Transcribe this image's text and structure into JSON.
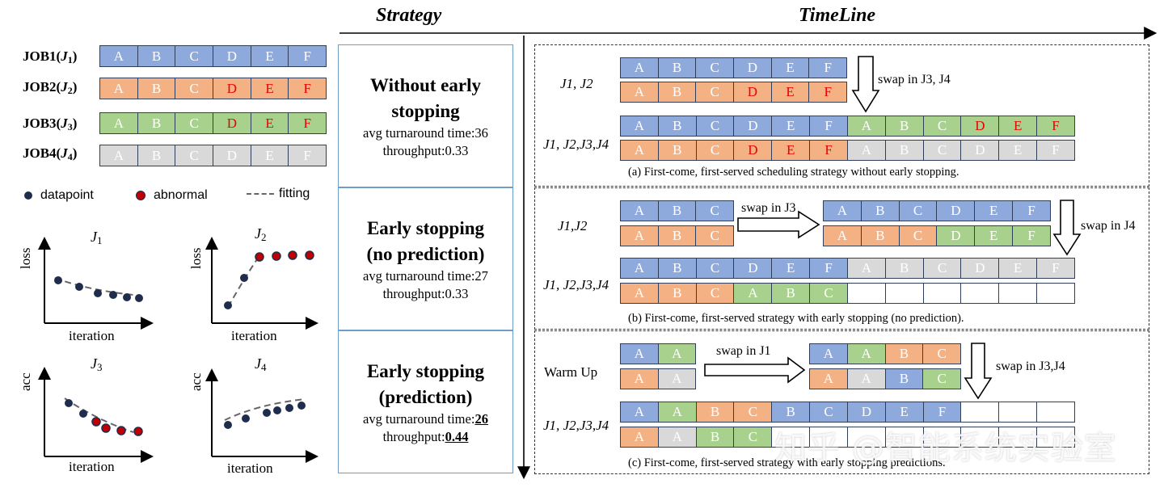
{
  "headers": {
    "strategy": "Strategy",
    "timeline": "TimeLine"
  },
  "jobs": [
    {
      "label": "JOB1(",
      "sub": "1",
      "tail": ")"
    },
    {
      "label": "JOB2(",
      "sub": "2",
      "tail": ")"
    },
    {
      "label": "JOB3(",
      "sub": "3",
      "tail": ")"
    },
    {
      "label": "JOB4(",
      "sub": "4",
      "tail": ")"
    }
  ],
  "cell_letters": [
    "A",
    "B",
    "C",
    "D",
    "E",
    "F"
  ],
  "legend": {
    "datapoint": "datapoint",
    "abnormal": "abnormal",
    "fitting": "fitting"
  },
  "colors": {
    "blue": "#8ea9db",
    "orange": "#f4b183",
    "green": "#a9d18e",
    "gray": "#d9d9d9",
    "red": "#e00000",
    "point": "#1f2d4d",
    "abnormal": "#c00000",
    "box_border": "#6e9ec7"
  },
  "plots": [
    {
      "title": "J",
      "sub": "1",
      "ylabel": "loss",
      "xlabel": "iteration"
    },
    {
      "title": "J",
      "sub": "2",
      "ylabel": "loss",
      "xlabel": "iteration"
    },
    {
      "title": "J",
      "sub": "3",
      "ylabel": "acc",
      "xlabel": "iteration"
    },
    {
      "title": "J",
      "sub": "4",
      "ylabel": "acc",
      "xlabel": "iteration"
    }
  ],
  "strategies": [
    {
      "title1": "Without early",
      "title2": "stopping",
      "line1": "avg turnaround time:36",
      "line2": "throughput:0.33"
    },
    {
      "title1": "Early stopping",
      "title2": "(no prediction)",
      "line1": "avg turnaround time:27",
      "line2": "throughput:0.33"
    },
    {
      "title1": "Early stopping",
      "title2": "(prediction)",
      "line1_prefix": "avg turnaround time:",
      "line1_value": "26",
      "line2_prefix": "throughput:",
      "line2_value": "0.44"
    }
  ],
  "panel_a": {
    "row1": "J1, J2",
    "row2": "J1, J2,J3,J4",
    "swap": "swap in J3, J4",
    "caption": "(a) First-come, first-served scheduling strategy without early stopping."
  },
  "panel_b": {
    "row1": "J1,J2",
    "row2": "J1, J2,J3,J4",
    "swap1": "swap in J3",
    "swap2": "swap in J4",
    "caption": "(b) First-come, first-served strategy with early stopping (no prediction)."
  },
  "panel_c": {
    "row1": "Warm Up",
    "row2": "J1, J2,J3,J4",
    "swap1": "swap in J1",
    "swap2": "swap in J3,J4",
    "caption": "(c) First-come, first-served strategy with early stopping predictions."
  },
  "watermark": "知乎 @智能系统实验室"
}
